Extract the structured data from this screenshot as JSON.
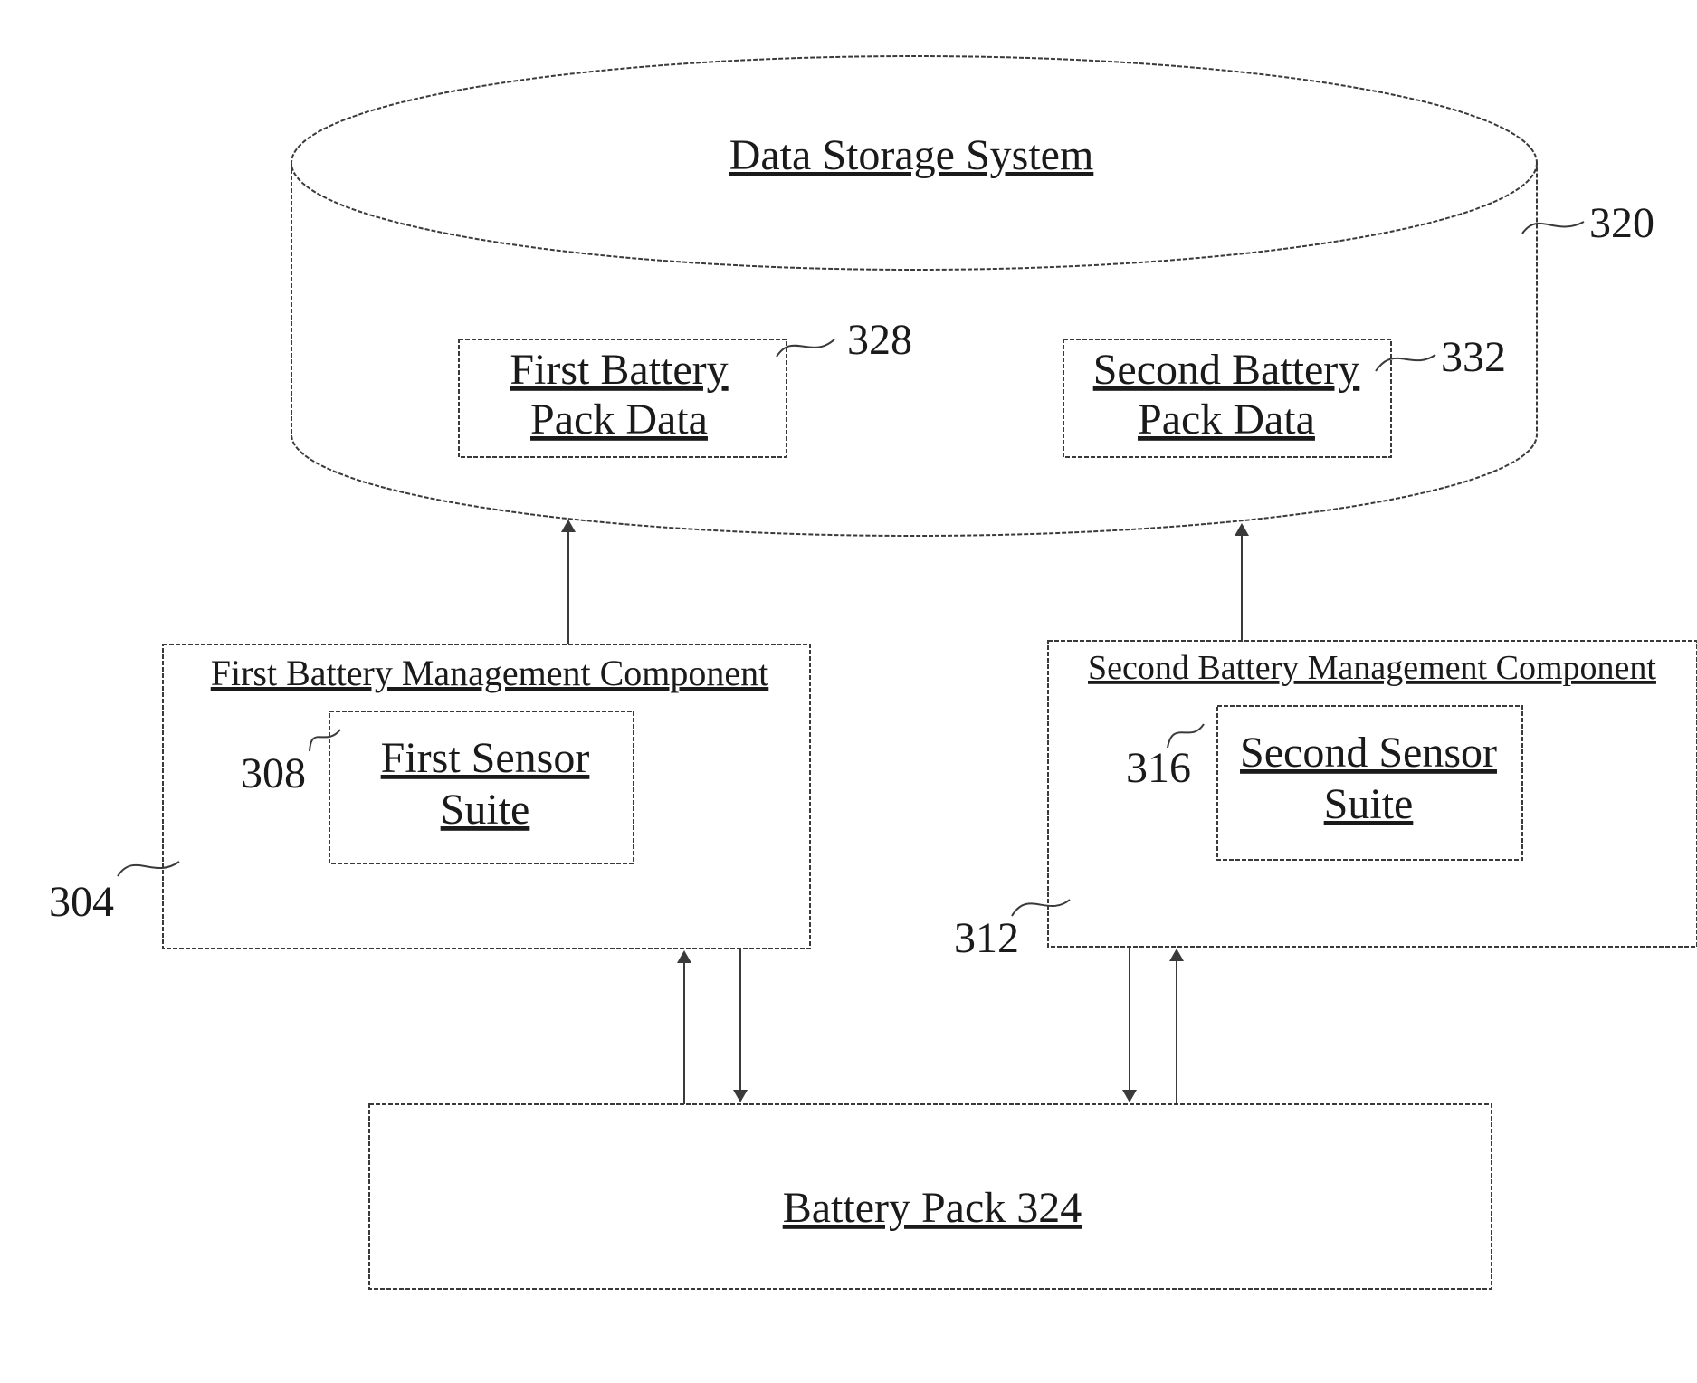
{
  "storage": {
    "title": "Data Storage System",
    "ref": "320",
    "first_pack_data": {
      "line1": "First Battery",
      "line2": "Pack Data",
      "ref": "328"
    },
    "second_pack_data": {
      "line1": "Second Battery",
      "line2": "Pack Data",
      "ref": "332"
    }
  },
  "first_bmc": {
    "title": "First Battery Management Component",
    "ref": "304",
    "sensor": {
      "line1": "First Sensor",
      "line2": "Suite",
      "ref": "308"
    }
  },
  "second_bmc": {
    "title": "Second Battery Management Component",
    "ref": "312",
    "sensor": {
      "line1": "Second Sensor",
      "line2": "Suite",
      "ref": "316"
    }
  },
  "battery_pack": {
    "label": "Battery Pack 324"
  }
}
